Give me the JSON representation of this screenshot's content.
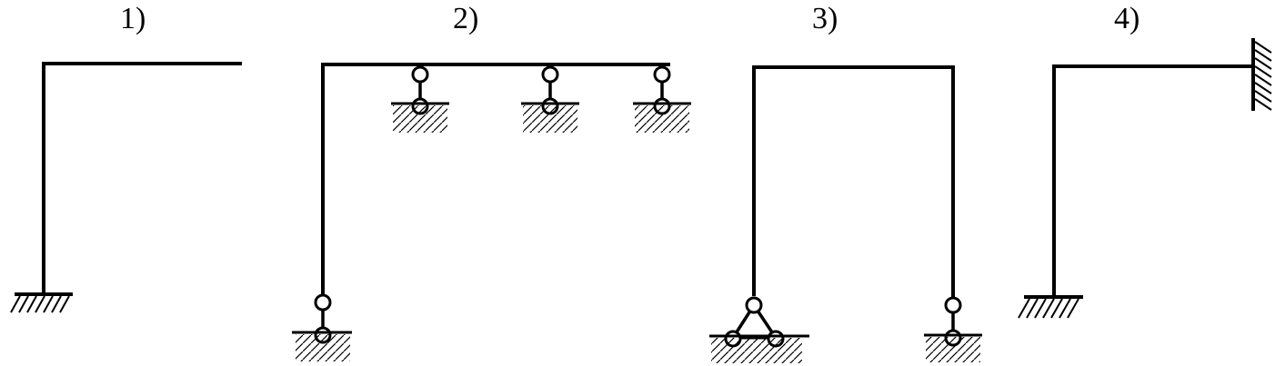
{
  "labels": [
    "1)",
    "2)",
    "3)",
    "4)"
  ]
}
